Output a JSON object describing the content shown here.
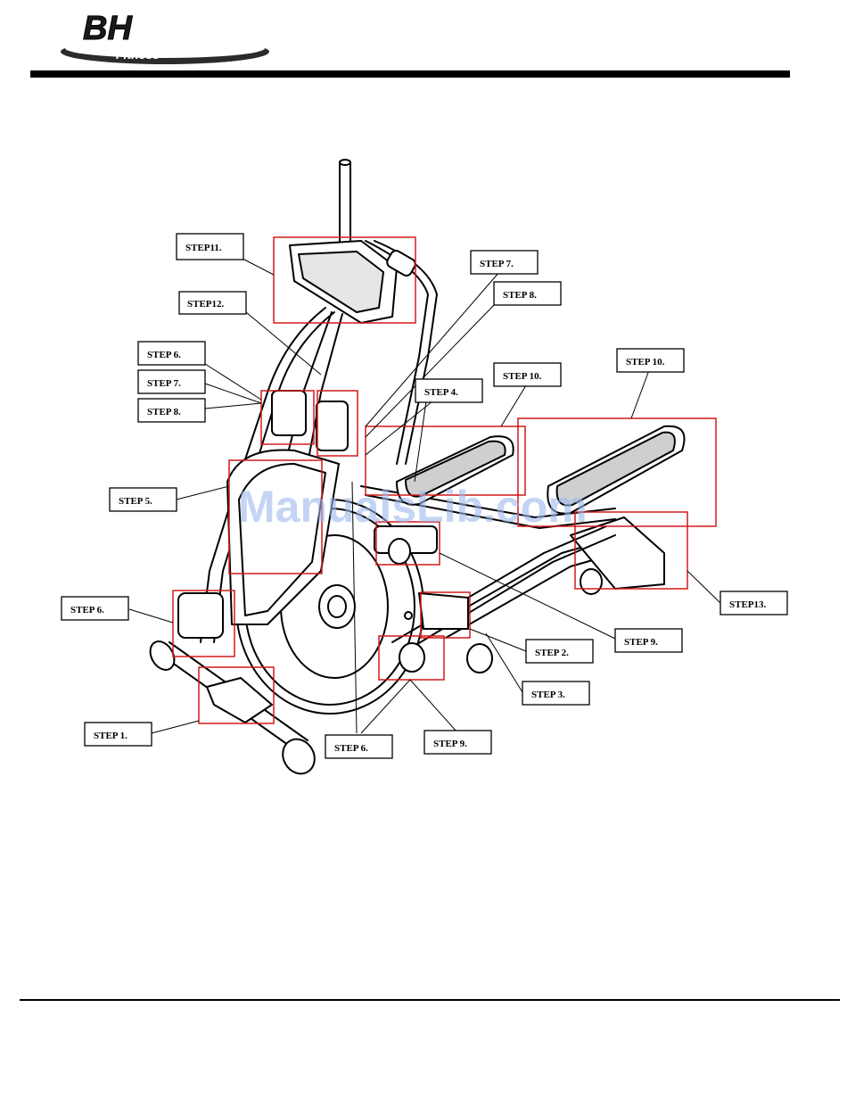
{
  "header": {
    "brand": "BH",
    "brand_sub": "Fitness"
  },
  "watermark": "ManualsLib.com",
  "steps": {
    "step11": "STEP11.",
    "step12": "STEP12.",
    "step7_top": "STEP 7.",
    "step8_top": "STEP 8.",
    "step6_left": "STEP 6.",
    "step7_left": "STEP 7.",
    "step8_left": "STEP 8.",
    "step4": "STEP 4.",
    "step10_a": "STEP 10.",
    "step10_b": "STEP 10.",
    "step5": "STEP 5.",
    "step6_mid": "STEP 6.",
    "step13": "STEP13.",
    "step9_right": "STEP 9.",
    "step2": "STEP 2.",
    "step3": "STEP 3.",
    "step1": "STEP 1.",
    "step6_bottom": "STEP 6.",
    "step9_bottom": "STEP 9."
  }
}
